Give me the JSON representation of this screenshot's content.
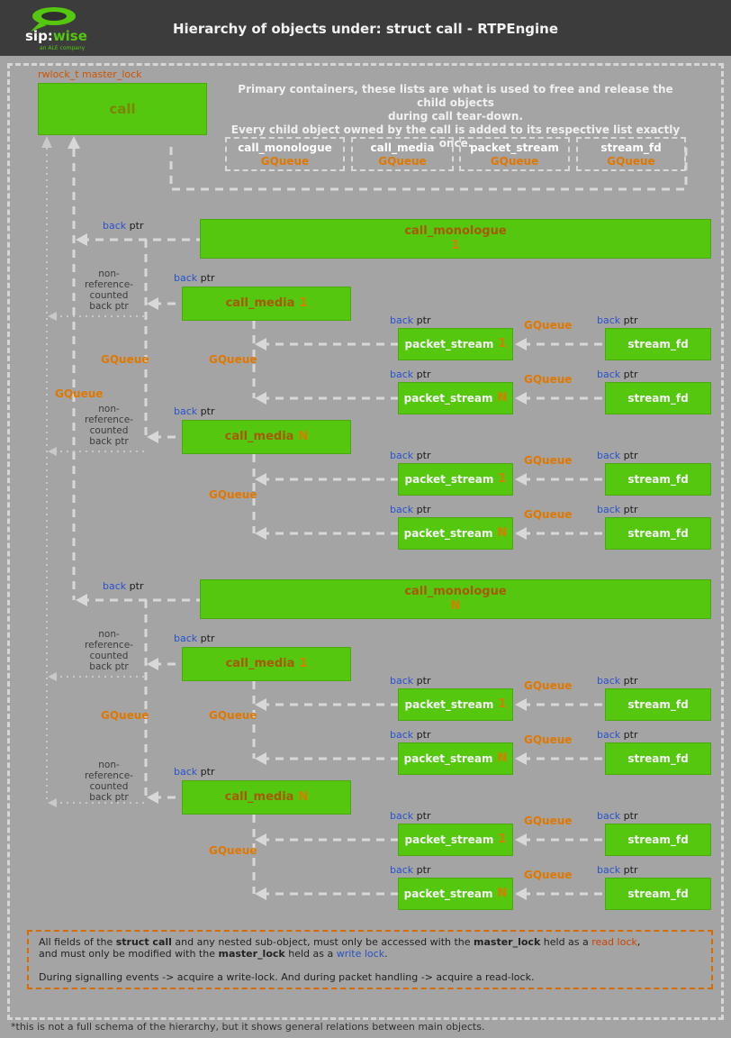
{
  "header": {
    "title": "Hierarchy of objects under: struct call - RTPEngine",
    "logo": {
      "sip": "sip:",
      "wise": "wise",
      "tagline": "an ALE company"
    }
  },
  "colors": {
    "box_green": "#55c70f",
    "accent_orange": "#e07800",
    "back_ptr_blue": "#2952cc",
    "read_lock": "#cc4400",
    "write_lock": "#2a52be"
  },
  "diagram": {
    "master_lock_label": "rwlock_t master_lock",
    "call_label": "call",
    "note_lines": [
      "Primary containers, these lists are what is used to free and release the child objects",
      "during call tear-down.",
      "Every child object owned by the call is added to its respective list exactly once."
    ],
    "queues": [
      {
        "name": "call_monologue",
        "type": "GQueue"
      },
      {
        "name": "call_media",
        "type": "GQueue"
      },
      {
        "name": "packet_stream",
        "type": "GQueue"
      },
      {
        "name": "stream_fd",
        "type": "GQueue"
      }
    ],
    "labels": {
      "back": "back",
      "ptr": "ptr",
      "gqueue": "GQueue",
      "nonref": [
        "non-",
        "reference-",
        "counted",
        "back ptr"
      ]
    },
    "groups": [
      {
        "name": "call_monologue",
        "num": "1",
        "media": [
          {
            "name": "call_media",
            "num": "1",
            "streams": [
              {
                "name": "packet_stream",
                "num": "1",
                "fd": "stream_fd"
              },
              {
                "name": "packet_stream",
                "num": "N",
                "fd": "stream_fd"
              }
            ]
          },
          {
            "name": "call_media",
            "num": "N",
            "streams": [
              {
                "name": "packet_stream",
                "num": "1",
                "fd": "stream_fd"
              },
              {
                "name": "packet_stream",
                "num": "N",
                "fd": "stream_fd"
              }
            ]
          }
        ]
      },
      {
        "name": "call_monologue",
        "num": "N",
        "media": [
          {
            "name": "call_media",
            "num": "1",
            "streams": [
              {
                "name": "packet_stream",
                "num": "1",
                "fd": "stream_fd"
              },
              {
                "name": "packet_stream",
                "num": "N",
                "fd": "stream_fd"
              }
            ]
          },
          {
            "name": "call_media",
            "num": "N",
            "streams": [
              {
                "name": "packet_stream",
                "num": "1",
                "fd": "stream_fd"
              },
              {
                "name": "packet_stream",
                "num": "N",
                "fd": "stream_fd"
              }
            ]
          }
        ]
      }
    ],
    "footer": {
      "l1": [
        "All fields of the ",
        "struct call",
        " and any nested sub-object, must only be accessed with the ",
        "master_lock",
        " held as a ",
        "read lock",
        ","
      ],
      "l2": [
        "and must only be modified with the ",
        "master_lock",
        " held as a ",
        "write lock",
        "."
      ],
      "l3": "During signalling events -> acquire a write-lock. And during packet handling -> acquire a read-lock."
    },
    "footnote": "*this is not a full schema of the hierarchy, but it shows general relations between main objects."
  }
}
